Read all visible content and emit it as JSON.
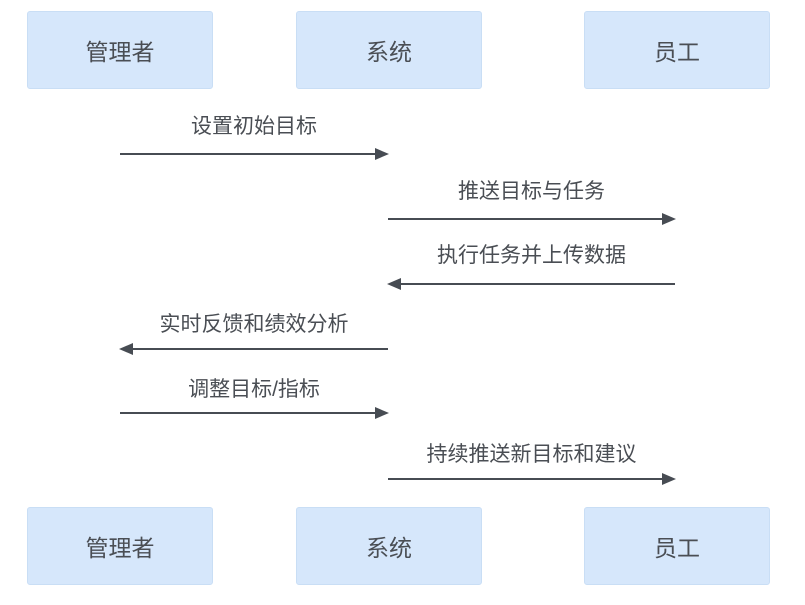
{
  "diagram": {
    "type": "sequence-flow",
    "colors": {
      "background": "#ffffff",
      "actor_fill": "#d6e7fb",
      "actor_border": "#c9def5",
      "arrow": "#474c53",
      "text": "#4a4e54"
    },
    "actors_top": [
      {
        "label": "管理者"
      },
      {
        "label": "系统"
      },
      {
        "label": "员工"
      }
    ],
    "actors_bottom": [
      {
        "label": "管理者"
      },
      {
        "label": "系统"
      },
      {
        "label": "员工"
      }
    ],
    "messages": [
      {
        "label": "设置初始目标",
        "from": "管理者",
        "to": "系统",
        "direction": "right"
      },
      {
        "label": "推送目标与任务",
        "from": "系统",
        "to": "员工",
        "direction": "right"
      },
      {
        "label": "执行任务并上传数据",
        "from": "员工",
        "to": "系统",
        "direction": "left"
      },
      {
        "label": "实时反馈和绩效分析",
        "from": "系统",
        "to": "管理者",
        "direction": "left"
      },
      {
        "label": "调整目标/指标",
        "from": "管理者",
        "to": "系统",
        "direction": "right"
      },
      {
        "label": "持续推送新目标和建议",
        "from": "系统",
        "to": "员工",
        "direction": "right"
      }
    ]
  }
}
